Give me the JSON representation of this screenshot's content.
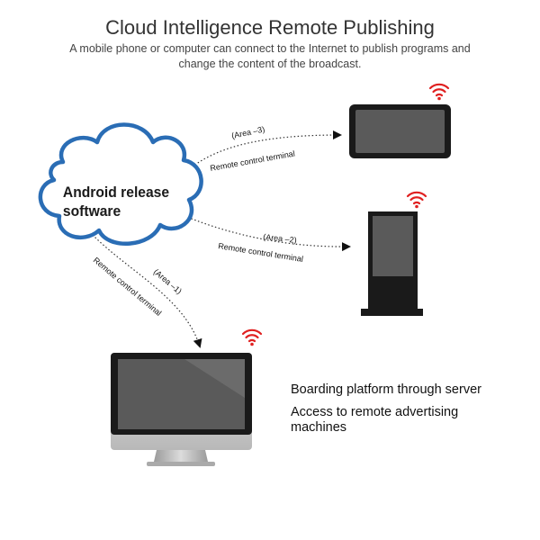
{
  "header": {
    "title": "Cloud Intelligence Remote Publishing",
    "subtitle": "A mobile phone or computer can connect to the Internet to publish programs and change the content of the broadcast."
  },
  "cloud": {
    "label_line1": "Android release",
    "label_line2": "software"
  },
  "links": {
    "area3": {
      "area": "(Area –3)",
      "terminal": "Remote control terminal"
    },
    "area2": {
      "area": "(Area –2)",
      "terminal": "Remote control terminal"
    },
    "area1": {
      "area": "(Area –1)",
      "terminal": "Remote control terminal"
    }
  },
  "info": {
    "line1": "Boarding platform through server",
    "line2": "Access to remote advertising machines"
  },
  "colors": {
    "wifi": "#e02020",
    "cloud_stroke": "#2a6db5",
    "screen": "#5a5a5a",
    "device_frame": "#1a1a1a"
  },
  "icons": [
    "wifi-icon",
    "cloud-icon",
    "tablet-device",
    "kiosk-device",
    "desktop-monitor"
  ]
}
